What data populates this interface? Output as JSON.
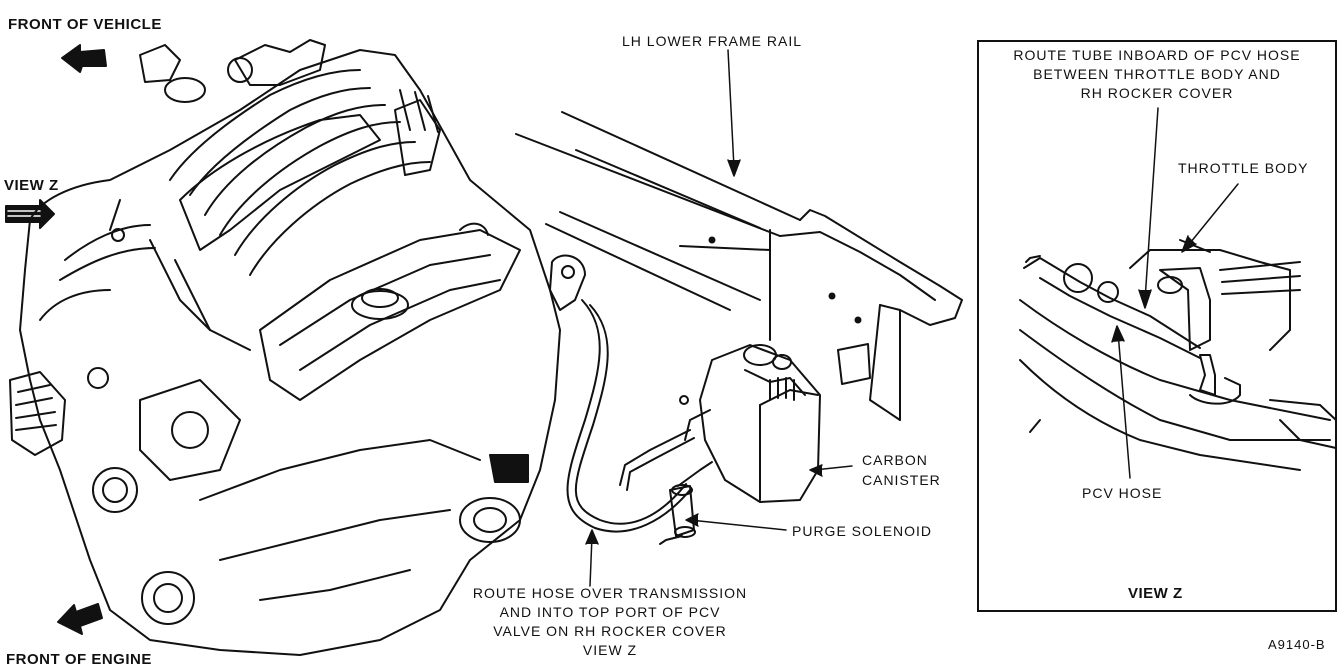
{
  "labels": {
    "front_of_vehicle": "FRONT OF VEHICLE",
    "view_z_left": "VIEW Z",
    "front_of_engine": "FRONT OF ENGINE",
    "lh_lower_frame_rail": "LH LOWER FRAME RAIL",
    "carbon_canister_line1": "CARBON",
    "carbon_canister_line2": "CANISTER",
    "purge_solenoid": "PURGE SOLENOID",
    "route_hose_line1": "ROUTE HOSE OVER TRANSMISSION",
    "route_hose_line2": "AND INTO TOP PORT OF PCV",
    "route_hose_line3": "VALVE ON RH ROCKER COVER",
    "route_hose_line4": "VIEW Z",
    "figure_id": "A9140-B"
  },
  "inset": {
    "route_tube_line1": "ROUTE TUBE INBOARD OF PCV HOSE",
    "route_tube_line2": "BETWEEN THROTTLE BODY AND",
    "route_tube_line3": "RH ROCKER COVER",
    "throttle_body": "THROTTLE BODY",
    "pcv_hose": "PCV HOSE",
    "view_z": "VIEW Z"
  }
}
